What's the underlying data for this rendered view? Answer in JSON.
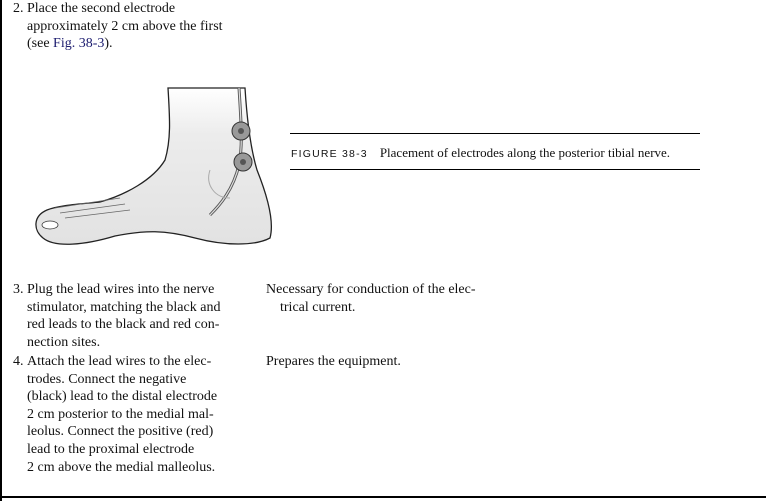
{
  "steps": [
    {
      "number": "2.",
      "lines": [
        "Place the second electrode",
        "approximately 2 cm above the first"
      ],
      "last_prefix": "(see ",
      "link": "Fig. 38-3",
      "last_suffix": ")."
    },
    {
      "number": "3.",
      "lines": [
        "Plug the lead wires into the nerve",
        "stimulator, matching the black and",
        "red leads to the black and red con-",
        "nection sites."
      ],
      "rationale": [
        "Necessary for conduction of the elec-",
        "trical current."
      ]
    },
    {
      "number": "4.",
      "lines": [
        "Attach the lead wires to the elec-",
        "trodes. Connect the negative",
        "(black) lead to the distal electrode",
        "2 cm posterior to the medial mal-",
        "leolus. Connect the positive (red)",
        "lead to the proximal electrode",
        "2 cm above the medial malleolus."
      ],
      "rationale": [
        "Prepares the equipment."
      ]
    }
  ],
  "figure": {
    "label": "Figure 38-3",
    "caption": "Placement of electrodes along the posterior tibial nerve."
  }
}
